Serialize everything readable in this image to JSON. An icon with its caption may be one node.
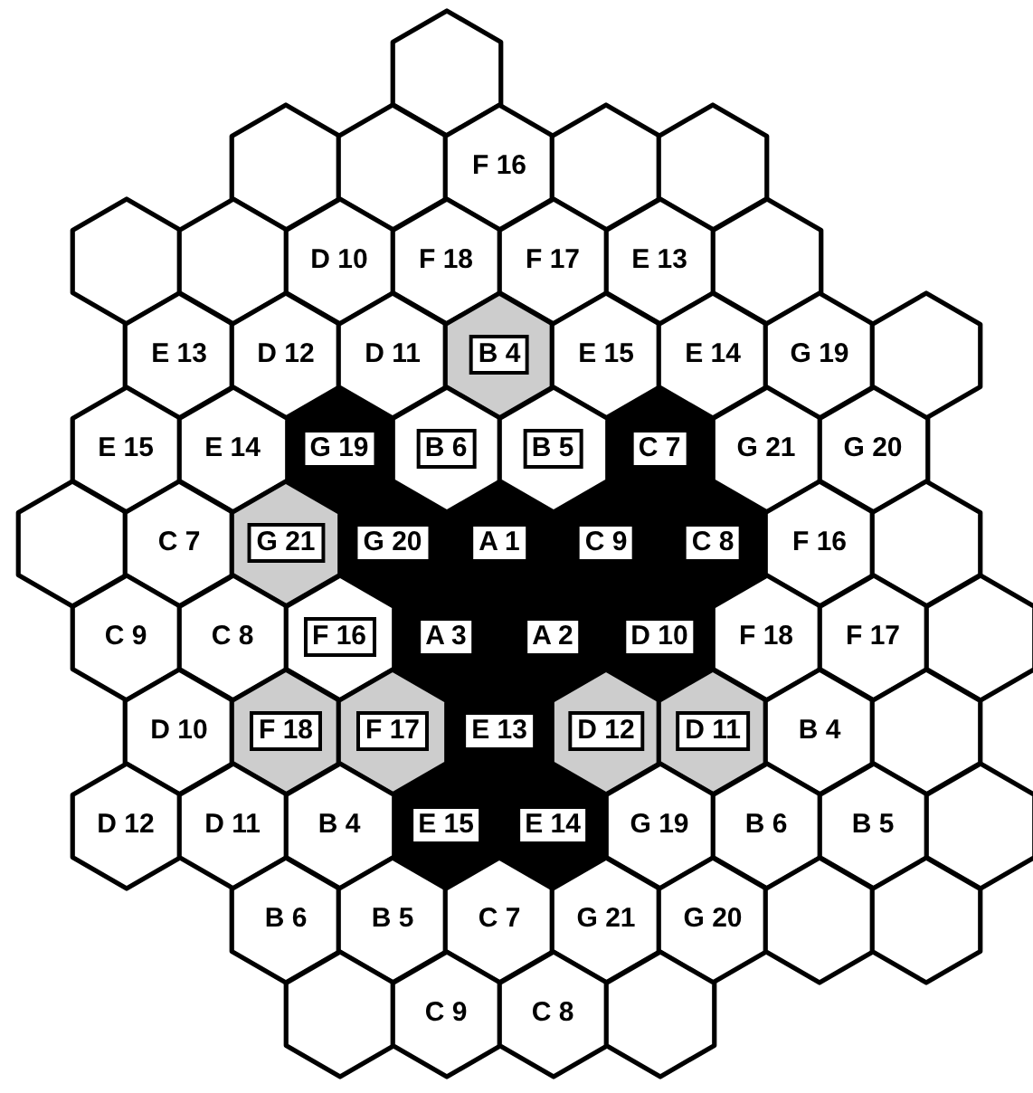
{
  "diagram": {
    "nodes": [
      {
        "text": [],
        "shape": "hexagon"
      },
      {
        "text": [],
        "shape": "hexagon"
      },
      {
        "text": [],
        "shape": "hexagon"
      },
      {
        "text": [
          "F 16"
        ]
      },
      {
        "text": [],
        "shape": "hexagon"
      },
      {
        "text": [],
        "shape": "hexagon"
      },
      {
        "text": [],
        "shape": "hexagon"
      },
      {
        "text": [],
        "shape": "hexagon"
      },
      {
        "text": [
          "D 10"
        ]
      },
      {
        "text": [
          "F 18"
        ]
      },
      {
        "text": [
          "F 17"
        ]
      },
      {
        "text": [
          "E 13"
        ]
      },
      {
        "text": [],
        "shape": "hexagon"
      },
      {
        "text": [
          "E 13"
        ]
      },
      {
        "text": [
          "D 12"
        ]
      },
      {
        "text": [
          "D 11"
        ]
      },
      {
        "text": [
          "B 4"
        ]
      },
      {
        "text": [
          "E 15"
        ]
      },
      {
        "text": [
          "E 14"
        ]
      },
      {
        "text": [
          "G 19"
        ]
      },
      {
        "text": [],
        "shape": "hexagon"
      },
      {
        "text": [
          "E 15"
        ]
      },
      {
        "text": [
          "E 14"
        ]
      },
      {
        "text": [
          "G 19"
        ]
      },
      {
        "text": [
          "B 6"
        ]
      },
      {
        "text": [
          "B 5"
        ]
      },
      {
        "text": [
          "C 7"
        ]
      },
      {
        "text": [
          "G 21"
        ]
      },
      {
        "text": [
          "G 20"
        ]
      },
      {
        "text": [],
        "shape": "hexagon"
      },
      {
        "text": [
          "C 7"
        ]
      },
      {
        "text": [
          "G 21"
        ]
      },
      {
        "text": [
          "G 20"
        ]
      },
      {
        "text": [
          "A 1"
        ]
      },
      {
        "text": [
          "C 9"
        ]
      },
      {
        "text": [
          "C 8"
        ]
      },
      {
        "text": [
          "F 16"
        ]
      },
      {
        "text": [],
        "shape": "hexagon"
      },
      {
        "text": [
          "C 9"
        ]
      },
      {
        "text": [
          "C 8"
        ]
      },
      {
        "text": [
          "F 16"
        ]
      },
      {
        "text": [
          "A 3"
        ]
      },
      {
        "text": [
          "A 2"
        ]
      },
      {
        "text": [
          "D 10"
        ]
      },
      {
        "text": [
          "F 18"
        ]
      },
      {
        "text": [
          "F 17"
        ]
      },
      {
        "text": [],
        "shape": "hexagon"
      },
      {
        "text": [
          "D 10"
        ]
      },
      {
        "text": [
          "F 18"
        ]
      },
      {
        "text": [
          "F 17"
        ]
      },
      {
        "text": [
          "E 13"
        ]
      },
      {
        "text": [
          "D 12"
        ]
      },
      {
        "text": [
          "D 11"
        ]
      },
      {
        "text": [
          "B 4"
        ]
      },
      {
        "text": [],
        "shape": "hexagon"
      },
      {
        "text": [
          "D 12"
        ]
      },
      {
        "text": [
          "D 11"
        ]
      },
      {
        "text": [
          "B 4"
        ]
      },
      {
        "text": [
          "E 15"
        ]
      },
      {
        "text": [
          "E 14"
        ]
      },
      {
        "text": [
          "G 19"
        ]
      },
      {
        "text": [
          "B 6"
        ]
      },
      {
        "text": [
          "B 5"
        ]
      },
      {
        "text": [],
        "shape": "hexagon"
      },
      {
        "text": [
          "B 6"
        ]
      },
      {
        "text": [
          "B 5"
        ]
      },
      {
        "text": [
          "C 7"
        ]
      },
      {
        "text": [
          "G 21"
        ]
      },
      {
        "text": [
          "G 20"
        ]
      },
      {
        "text": [],
        "shape": "hexagon"
      },
      {
        "text": [],
        "shape": "hexagon"
      },
      {
        "text": [],
        "shape": "hexagon"
      },
      {
        "text": [
          "C 9"
        ]
      },
      {
        "text": [
          "C 8"
        ]
      },
      {
        "text": [],
        "shape": "hexagon"
      }
    ]
  }
}
